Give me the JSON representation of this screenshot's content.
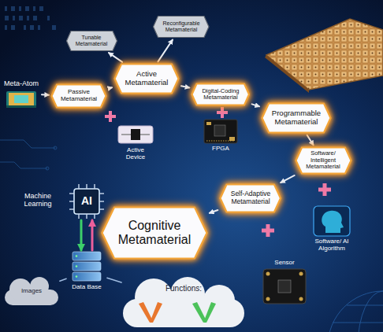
{
  "diagram": {
    "nodes": [
      {
        "text": [
          "Meta-Atom"
        ]
      },
      {
        "text": [
          "Tunable Metamaterial"
        ]
      },
      {
        "text": [
          "Reconfigurable Metamaterial"
        ]
      },
      {
        "text": [
          "Passive Metamaterial"
        ]
      },
      {
        "text": [
          "Active Metamaterial"
        ]
      },
      {
        "text": [
          "Digital-Coding Metamaterial"
        ]
      },
      {
        "text": [
          "Programmable Metamaterial"
        ]
      },
      {
        "text": [
          "Active Device"
        ]
      },
      {
        "text": [
          "FPGA"
        ]
      },
      {
        "text": [
          "Software/ Intelligent Metamaterial"
        ]
      },
      {
        "text": [
          "Self-Adaptive Metamaterial"
        ]
      },
      {
        "text": [
          "Cognitive Metamaterial"
        ]
      },
      {
        "text": [
          "AI"
        ]
      },
      {
        "text": [
          "Software/ AI Algorithm"
        ]
      },
      {
        "text": [
          "Sensor"
        ]
      },
      {
        "text": [
          "Data Base"
        ]
      },
      {
        "text": [
          "Images"
        ]
      },
      {
        "text": [
          "Functions:"
        ]
      }
    ],
    "edges": [
      {
        "from": 0,
        "to": 3,
        "arrow": "to"
      },
      {
        "from": 3,
        "to": 4,
        "arrow": "to"
      },
      {
        "from": 4,
        "to": 1,
        "arrow": "to"
      },
      {
        "from": 4,
        "to": 2,
        "arrow": "to"
      },
      {
        "from": 4,
        "to": 5,
        "arrow": "to"
      },
      {
        "from": 5,
        "to": 6,
        "arrow": "to"
      },
      {
        "from": 6,
        "to": 9,
        "arrow": "to"
      },
      {
        "from": 9,
        "to": 10,
        "arrow": "to"
      },
      {
        "from": 10,
        "to": 11,
        "arrow": "to"
      },
      {
        "from": 12,
        "to": 15,
        "arrow": "to"
      },
      {
        "from": 15,
        "to": 12,
        "arrow": "to"
      },
      {
        "from": 15,
        "to": 16,
        "arrow": "none"
      },
      {
        "from": 15,
        "to": 17,
        "arrow": "none"
      }
    ],
    "labels": [
      "Machine Learning"
    ]
  }
}
